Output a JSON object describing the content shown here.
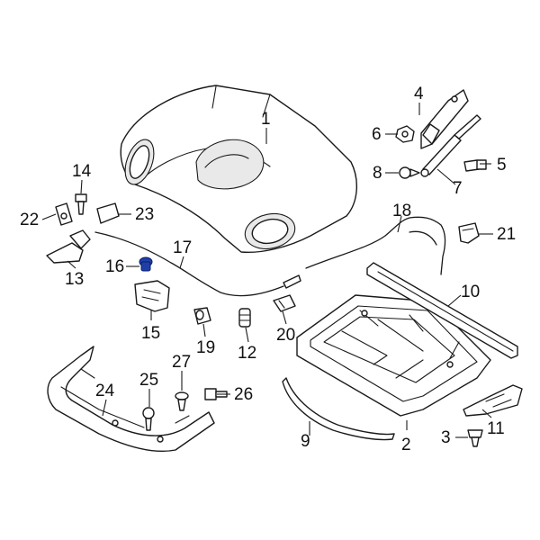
{
  "callouts": {
    "c1": "1",
    "c2": "2",
    "c3": "3",
    "c4": "4",
    "c5": "5",
    "c6": "6",
    "c7": "7",
    "c8": "8",
    "c9": "9",
    "c10": "10",
    "c11": "11",
    "c12": "12",
    "c13": "13",
    "c14": "14",
    "c15": "15",
    "c16": "16",
    "c17": "17",
    "c18": "18",
    "c19": "19",
    "c20": "20",
    "c21": "21",
    "c22": "22",
    "c23": "23",
    "c24": "24",
    "c25": "25",
    "c26": "26",
    "c27": "27"
  },
  "highlighted_part": "16",
  "colors": {
    "line": "#1a1a1a",
    "highlight": "#1f3fa8",
    "background": "#ffffff"
  }
}
